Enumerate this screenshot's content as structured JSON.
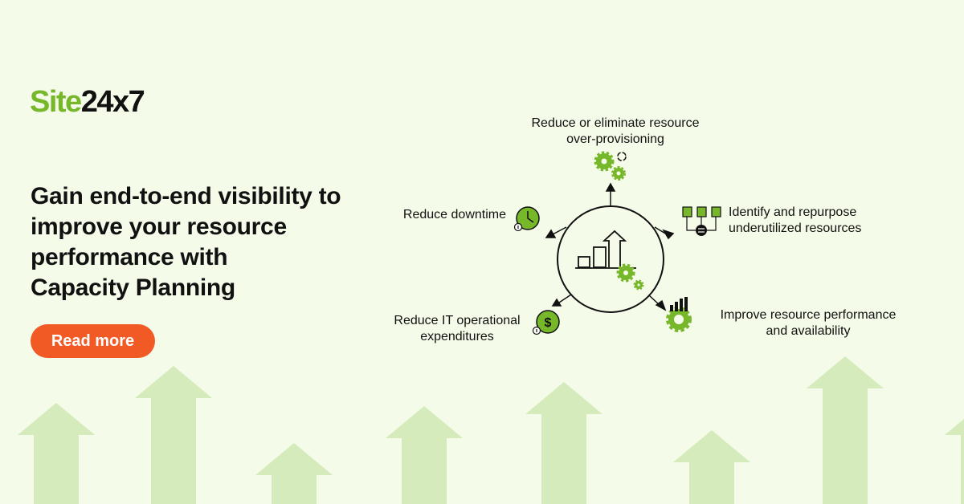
{
  "brand": {
    "logo_part1": "Site",
    "logo_part2": "24x7"
  },
  "headline": {
    "line1": "Gain end-to-end visibility to",
    "line2": "improve your resource",
    "line3": "performance with",
    "line4": "Capacity Planning"
  },
  "cta": {
    "label": "Read more"
  },
  "benefits": {
    "top": {
      "line1": "Reduce or eliminate resource",
      "line2": "over-provisioning",
      "icon": "gears-icon"
    },
    "left": {
      "line1": "Reduce downtime",
      "icon": "clock-icon"
    },
    "right": {
      "line1": "Identify and repurpose",
      "line2": "underutilized resources",
      "icon": "servers-icon"
    },
    "bottom_left": {
      "line1": "Reduce IT operational",
      "line2": "expenditures",
      "icon": "dollar-coin-icon"
    },
    "bottom_right": {
      "line1": "Improve resource performance",
      "line2": "and availability",
      "icon": "gear-chart-icon"
    }
  },
  "center": {
    "icon": "capacity-growth-icon"
  },
  "colors": {
    "brand_green": "#76b82a",
    "cta_orange": "#f15a24",
    "background": "#f4fbe8",
    "arrow_green": "#d6ebbb"
  }
}
